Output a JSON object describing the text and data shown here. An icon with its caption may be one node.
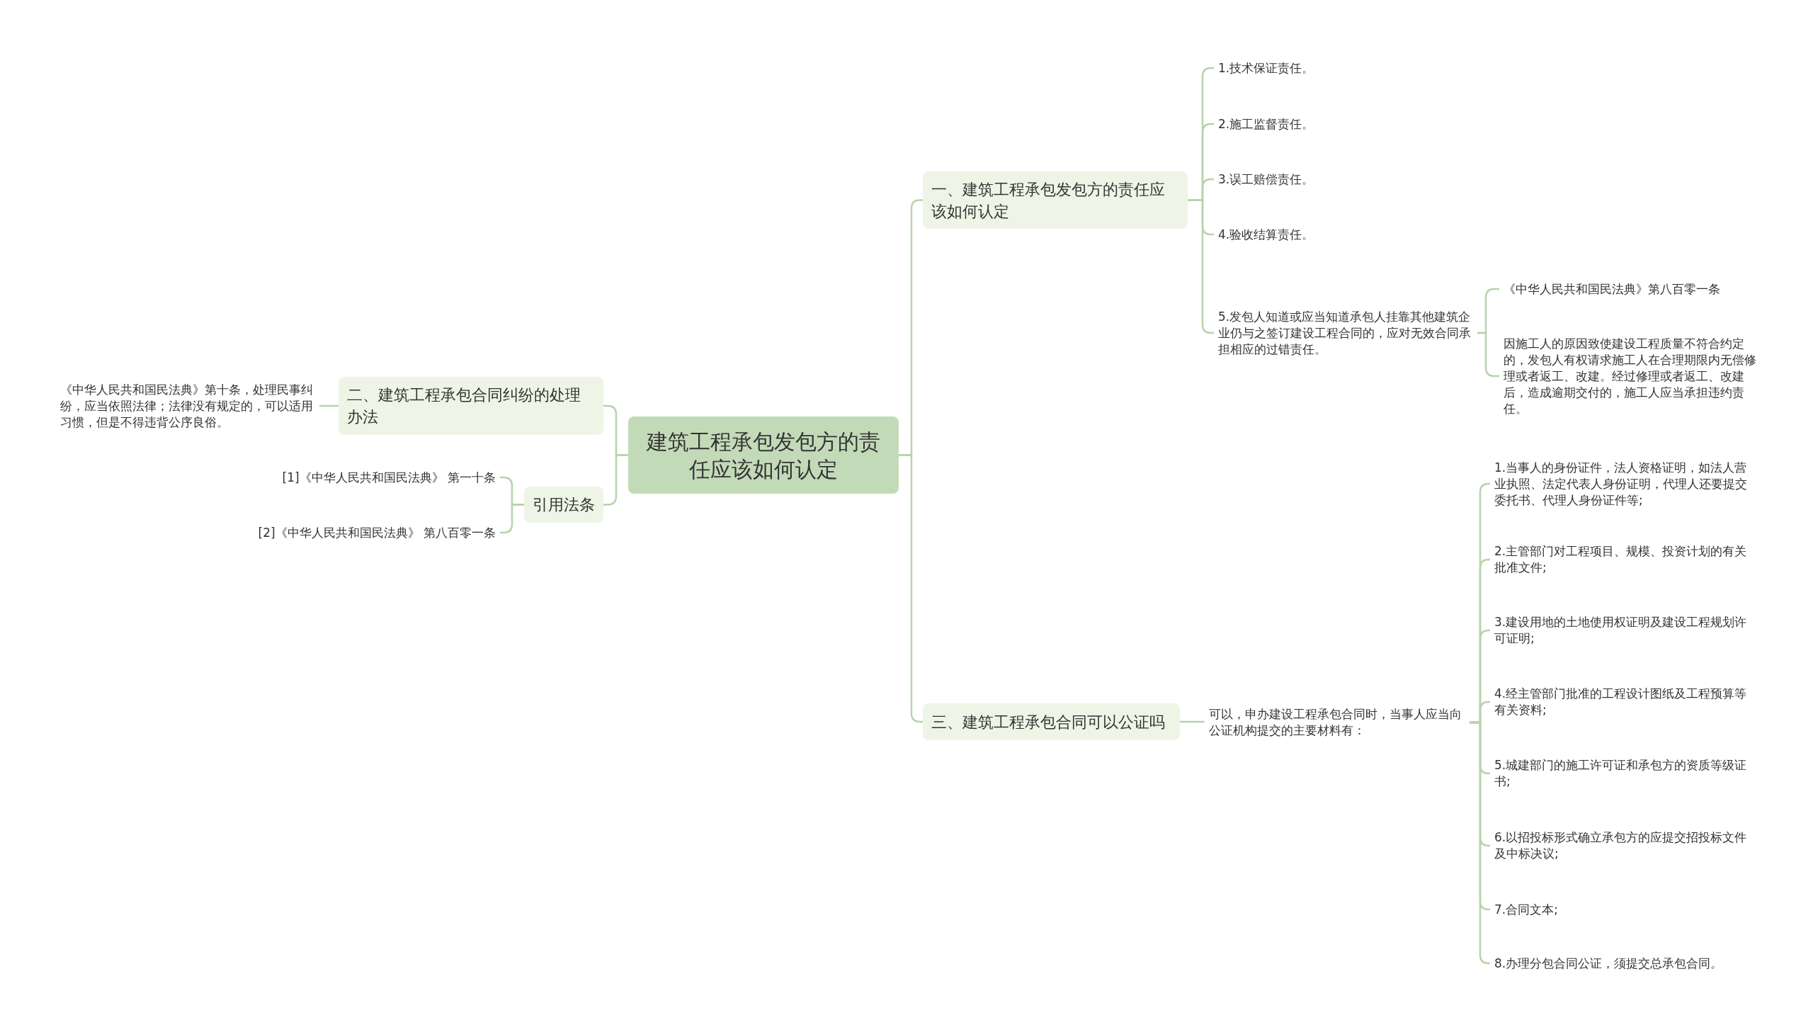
{
  "diagram": {
    "nodes": [
      {
        "text": [
          "建筑工程承包发包方的责任应该如何认定"
        ]
      },
      {
        "text": [
          "一、建筑工程承包发包方的责任应该如何认定"
        ]
      },
      {
        "text": [
          "1.技术保证责任。"
        ]
      },
      {
        "text": [
          "2.施工监督责任。"
        ]
      },
      {
        "text": [
          "3.误工赔偿责任。"
        ]
      },
      {
        "text": [
          "4.验收结算责任。"
        ]
      },
      {
        "text": [
          "5.发包人知道或应当知道承包人挂靠其他建筑企业仍与之签订建设工程合同的，应对无效合同承担相应的过错责任。"
        ]
      },
      {
        "text": [
          "《中华人民共和国民法典》第八百零一条"
        ]
      },
      {
        "text": [
          "因施工人的原因致使建设工程质量不符合约定的，发包人有权请求施工人在合理期限内无偿修理或者返工、改建。经过修理或者返工、改建后，造成逾期交付的，施工人应当承担违约责任。"
        ]
      },
      {
        "text": [
          "三、建筑工程承包合同可以公证吗"
        ]
      },
      {
        "text": [
          "可以，申办建设工程承包合同时，当事人应当向公证机构提交的主要材料有："
        ]
      },
      {
        "text": [
          "1.当事人的身份证件，法人资格证明，如法人营业执照、法定代表人身份证明，代理人还要提交委托书、代理人身份证件等;"
        ]
      },
      {
        "text": [
          "2.主管部门对工程项目、规模、投资计划的有关批准文件;"
        ]
      },
      {
        "text": [
          "3.建设用地的土地使用权证明及建设工程规划许可证明;"
        ]
      },
      {
        "text": [
          "4.经主管部门批准的工程设计图纸及工程预算等有关资料;"
        ]
      },
      {
        "text": [
          "5.城建部门的施工许可证和承包方的资质等级证书;"
        ]
      },
      {
        "text": [
          "6.以招投标形式确立承包方的应提交招投标文件及中标决议;"
        ]
      },
      {
        "text": [
          "7.合同文本;"
        ]
      },
      {
        "text": [
          "8.办理分包合同公证，须提交总承包合同。"
        ]
      },
      {
        "text": [
          "二、建筑工程承包合同纠纷的处理办法"
        ]
      },
      {
        "text": [
          "《中华人民共和国民法典》第十条，处理民事纠纷，应当依照法律；法律没有规定的，可以适用习惯，但是不得违背公序良俗。"
        ]
      },
      {
        "text": [
          "引用法条"
        ]
      },
      {
        "text": [
          "[1]《中华人民共和国民法典》 第一十条"
        ]
      },
      {
        "text": [
          "[2]《中华人民共和国民法典》 第八百零一条"
        ]
      }
    ],
    "edges": [
      {
        "from": 0,
        "to": 1,
        "arrow": "none"
      },
      {
        "from": 0,
        "to": 9,
        "arrow": "none"
      },
      {
        "from": 0,
        "to": 19,
        "arrow": "none"
      },
      {
        "from": 0,
        "to": 21,
        "arrow": "none"
      },
      {
        "from": 1,
        "to": 2,
        "arrow": "none"
      },
      {
        "from": 1,
        "to": 3,
        "arrow": "none"
      },
      {
        "from": 1,
        "to": 4,
        "arrow": "none"
      },
      {
        "from": 1,
        "to": 5,
        "arrow": "none"
      },
      {
        "from": 1,
        "to": 6,
        "arrow": "none"
      },
      {
        "from": 6,
        "to": 7,
        "arrow": "none"
      },
      {
        "from": 6,
        "to": 8,
        "arrow": "none"
      },
      {
        "from": 9,
        "to": 10,
        "arrow": "none"
      },
      {
        "from": 10,
        "to": 11,
        "arrow": "none"
      },
      {
        "from": 10,
        "to": 12,
        "arrow": "none"
      },
      {
        "from": 10,
        "to": 13,
        "arrow": "none"
      },
      {
        "from": 10,
        "to": 14,
        "arrow": "none"
      },
      {
        "from": 10,
        "to": 15,
        "arrow": "none"
      },
      {
        "from": 10,
        "to": 16,
        "arrow": "none"
      },
      {
        "from": 10,
        "to": 17,
        "arrow": "none"
      },
      {
        "from": 10,
        "to": 18,
        "arrow": "none"
      },
      {
        "from": 19,
        "to": 20,
        "arrow": "none"
      },
      {
        "from": 21,
        "to": 22,
        "arrow": "none"
      },
      {
        "from": 21,
        "to": 23,
        "arrow": "none"
      }
    ]
  }
}
